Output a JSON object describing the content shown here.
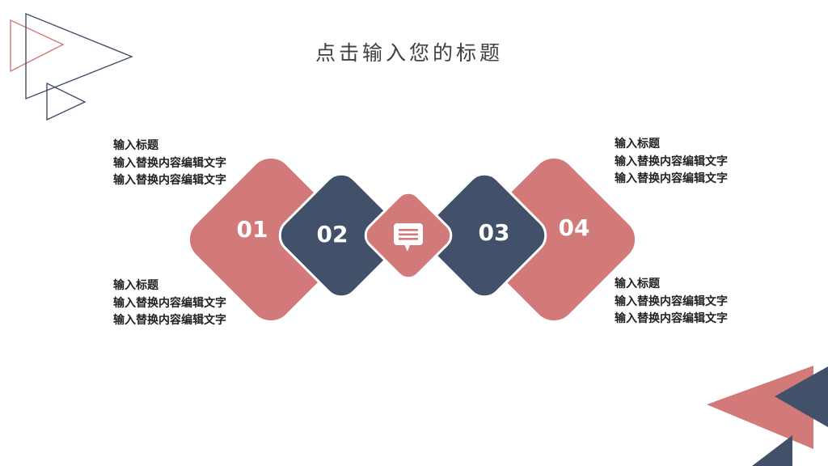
{
  "slide": {
    "title": "点击输入您的标题"
  },
  "blocks": [
    {
      "heading": "输入标题",
      "line1": "输入替换内容编辑文字",
      "line2": "输入替换内容编辑文字"
    },
    {
      "heading": "输入标题",
      "line1": "输入替换内容编辑文字",
      "line2": "输入替换内容编辑文字"
    },
    {
      "heading": "输入标题",
      "line1": "输入替换内容编辑文字",
      "line2": "输入替换内容编辑文字"
    },
    {
      "heading": "输入标题",
      "line1": "输入替换内容编辑文字",
      "line2": "输入替换内容编辑文字"
    }
  ],
  "steps": [
    "01",
    "02",
    "03",
    "04"
  ],
  "center_icon": "chat-bubble-icon",
  "colors": {
    "coral": "#D27979",
    "navy": "#42506A",
    "text": "#222222",
    "title": "#404040"
  }
}
